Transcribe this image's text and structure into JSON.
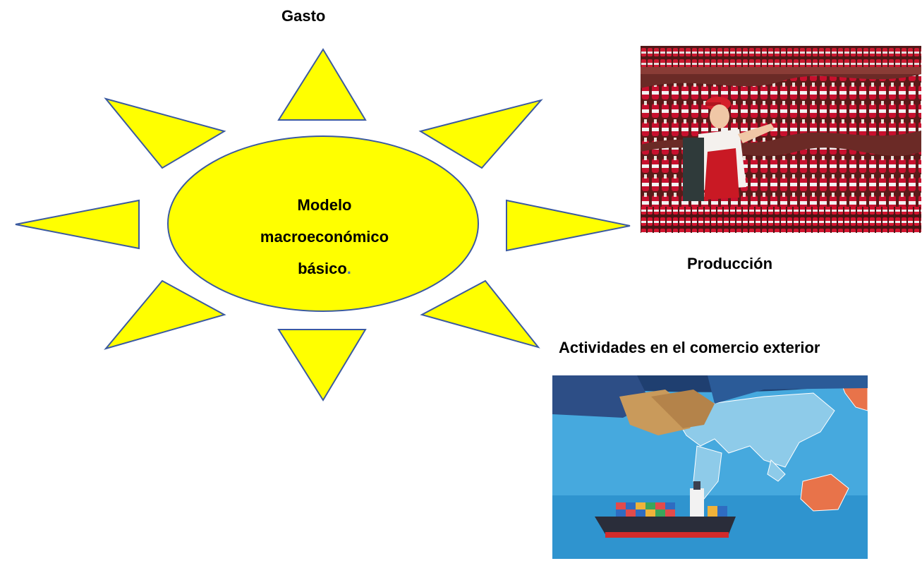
{
  "labels": {
    "gasto": "Gasto",
    "produccion": "Producción",
    "comercio": "Actividades en el comercio exterior"
  },
  "center": {
    "line1": "Modelo",
    "line2": "macroeconómico",
    "line3": "básico",
    "trailing": "."
  },
  "colors": {
    "sun_fill": "#ffff00",
    "sun_stroke": "#3b5aa0",
    "trailing_dot": "#4472c4"
  },
  "images": {
    "production_photo": "bottling-line-photo",
    "trade_illustration": "handshake-map-ship-illustration"
  }
}
